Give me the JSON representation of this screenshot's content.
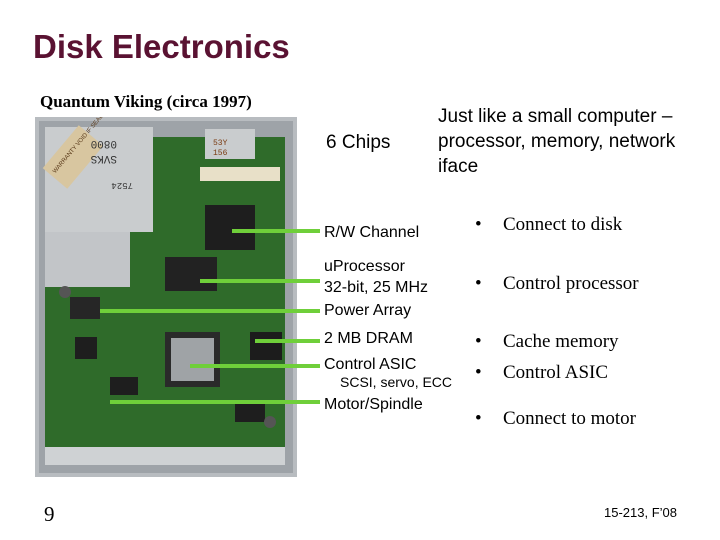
{
  "slide": {
    "title": "Disk Electronics",
    "image_caption": "Quantum Viking (circa 1997)",
    "number": "9",
    "course": "15-213, F’08"
  },
  "labels": {
    "chips": "6 Chips",
    "rw_channel": "R/W Channel",
    "uprocessor_1": "uProcessor",
    "uprocessor_2": "32-bit, 25 MHz",
    "power_array": "Power Array",
    "dram": "2 MB DRAM",
    "control_asic": "Control ASIC",
    "control_asic_sub": "SCSI, servo, ECC",
    "motor": "Motor/Spindle"
  },
  "intro_text": "Just like a small computer – processor, memory, network iface",
  "bullets": [
    "Connect to disk",
    "Control processor",
    "Cache memory",
    "Control ASIC",
    "Connect to motor"
  ],
  "board_text": {
    "sticker": "WARRANTY VOID IF SEAL BROKEN",
    "code1": "0800",
    "code2": "SVKS",
    "code3": "7524",
    "chip_code1": "53Y",
    "chip_code2": "156"
  },
  "colors": {
    "title": "#5a1232",
    "leader_lines": "#6fcf3a",
    "board_green": "#2f6b2a"
  }
}
